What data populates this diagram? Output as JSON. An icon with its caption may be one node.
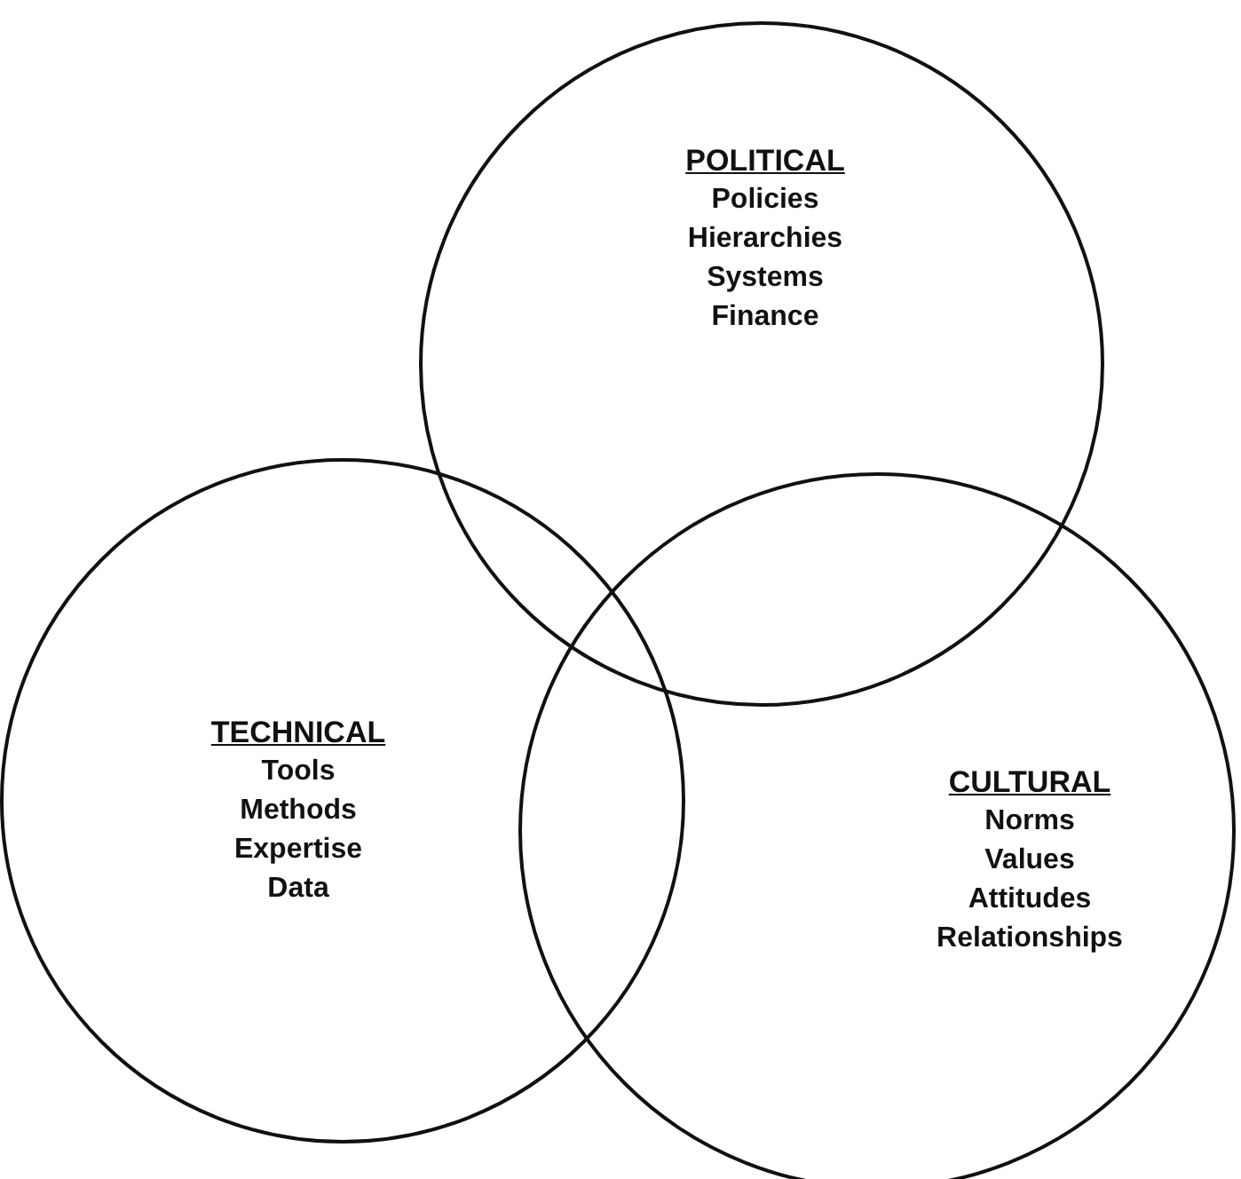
{
  "diagram": {
    "nodes": [
      {
        "text": [
          "POLITICAL",
          "Policies",
          "Hierarchies",
          "Systems",
          "Finance"
        ]
      },
      {
        "text": [
          "TECHNICAL",
          "Tools",
          "Methods",
          "Expertise",
          "Data"
        ]
      },
      {
        "text": [
          "CULTURAL",
          "Norms",
          "Values",
          "Attitudes",
          "Relationships"
        ]
      }
    ]
  }
}
